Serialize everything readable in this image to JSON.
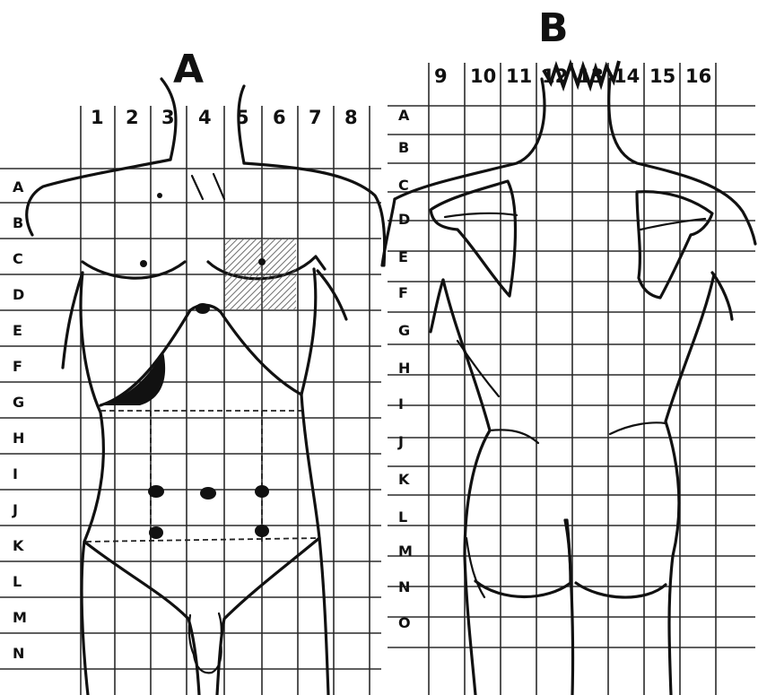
{
  "panel_a": {
    "letter": "A",
    "columns": [
      "1",
      "2",
      "3",
      "4",
      "5",
      "6",
      "7",
      "8"
    ],
    "rows": [
      "A",
      "B",
      "C",
      "D",
      "E",
      "F",
      "G",
      "H",
      "I",
      "J",
      "K",
      "L",
      "M",
      "N"
    ]
  },
  "panel_b": {
    "letter": "B",
    "columns": [
      "9",
      "10",
      "11",
      "12",
      "13",
      "14",
      "15",
      "16"
    ],
    "rows": [
      "A",
      "B",
      "C",
      "D",
      "E",
      "F",
      "G",
      "H",
      "I",
      "J",
      "K",
      "L",
      "M",
      "N",
      "O"
    ]
  },
  "colors": {
    "ink": "#111111",
    "shade": "#9a9a9a",
    "paper": "#ffffff"
  }
}
